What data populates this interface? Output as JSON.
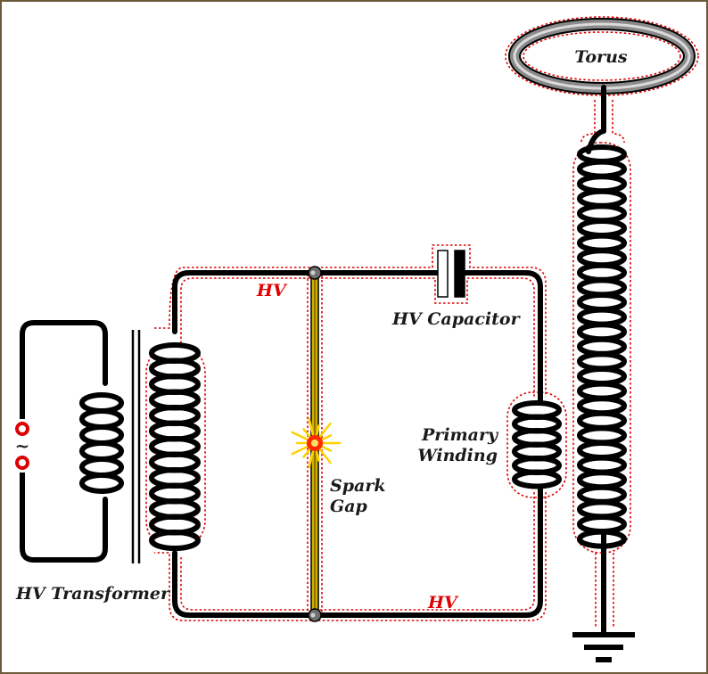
{
  "diagram": {
    "title": "",
    "labels": {
      "torus": "Torus",
      "hv_top": "HV",
      "hv_bottom": "HV",
      "hv_capacitor": "HV Capacitor",
      "primary_winding_line1": "Primary",
      "primary_winding_line2": "Winding",
      "spark_gap_line1": "Spark",
      "spark_gap_line2": "Gap",
      "hv_transformer": "HV Transformer",
      "ac_source_symbol": "~"
    },
    "colors": {
      "frame": "#6b5a3a",
      "wire": "#000000",
      "hv_outline": "#e00000",
      "hv_label": "#e00000",
      "spark_gap_core": "#c8b400",
      "spark_core": "#ff2a00",
      "spark_rays": "#ffd200",
      "terminal": "#dd0000",
      "torus_ring": "#8a8a8a",
      "node": "#707070",
      "capacitor_plate_light": "#ffffff",
      "capacitor_plate_dark": "#000000"
    },
    "icons": {
      "ac_source": "ac-source-icon",
      "ground": "ground-icon",
      "spark": "spark-icon"
    }
  }
}
